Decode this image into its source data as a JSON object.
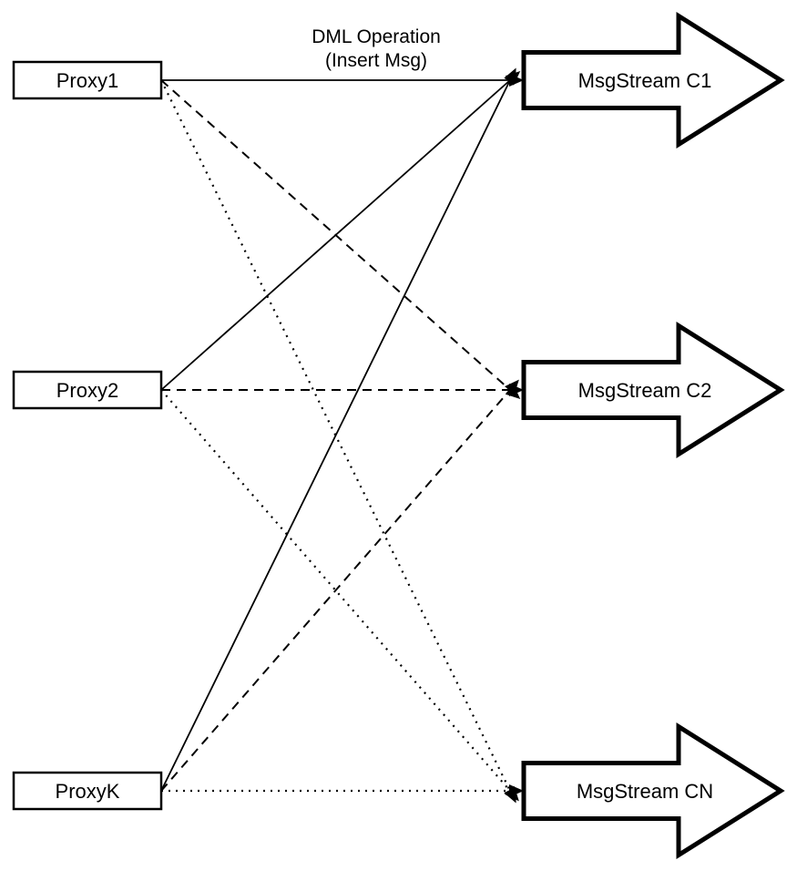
{
  "annotation": {
    "line1": "DML Operation",
    "line2": "(Insert Msg)"
  },
  "proxies": [
    {
      "id": "proxy1",
      "label": "Proxy1"
    },
    {
      "id": "proxy2",
      "label": "Proxy2"
    },
    {
      "id": "proxyk",
      "label": "ProxyK"
    }
  ],
  "streams": [
    {
      "id": "c1",
      "label": "MsgStream C1"
    },
    {
      "id": "c2",
      "label": "MsgStream C2"
    },
    {
      "id": "cn",
      "label": "MsgStream CN"
    }
  ],
  "edges": [
    {
      "from_id": "proxy1",
      "to_id": "c1",
      "from": "Proxy1",
      "to": "MsgStream C1",
      "style": "solid"
    },
    {
      "from_id": "proxy1",
      "to_id": "c2",
      "from": "Proxy1",
      "to": "MsgStream C2",
      "style": "dashed"
    },
    {
      "from_id": "proxy1",
      "to_id": "cn",
      "from": "Proxy1",
      "to": "MsgStream CN",
      "style": "dotted"
    },
    {
      "from_id": "proxy2",
      "to_id": "c1",
      "from": "Proxy2",
      "to": "MsgStream C1",
      "style": "solid"
    },
    {
      "from_id": "proxy2",
      "to_id": "c2",
      "from": "Proxy2",
      "to": "MsgStream C2",
      "style": "dashed"
    },
    {
      "from_id": "proxy2",
      "to_id": "cn",
      "from": "Proxy2",
      "to": "MsgStream CN",
      "style": "dotted"
    },
    {
      "from_id": "proxyk",
      "to_id": "c1",
      "from": "ProxyK",
      "to": "MsgStream C1",
      "style": "solid"
    },
    {
      "from_id": "proxyk",
      "to_id": "c2",
      "from": "ProxyK",
      "to": "MsgStream C2",
      "style": "dashed"
    },
    {
      "from_id": "proxyk",
      "to_id": "cn",
      "from": "ProxyK",
      "to": "MsgStream CN",
      "style": "dotted"
    }
  ],
  "colors": {
    "ink": "#000000",
    "background": "#ffffff"
  }
}
